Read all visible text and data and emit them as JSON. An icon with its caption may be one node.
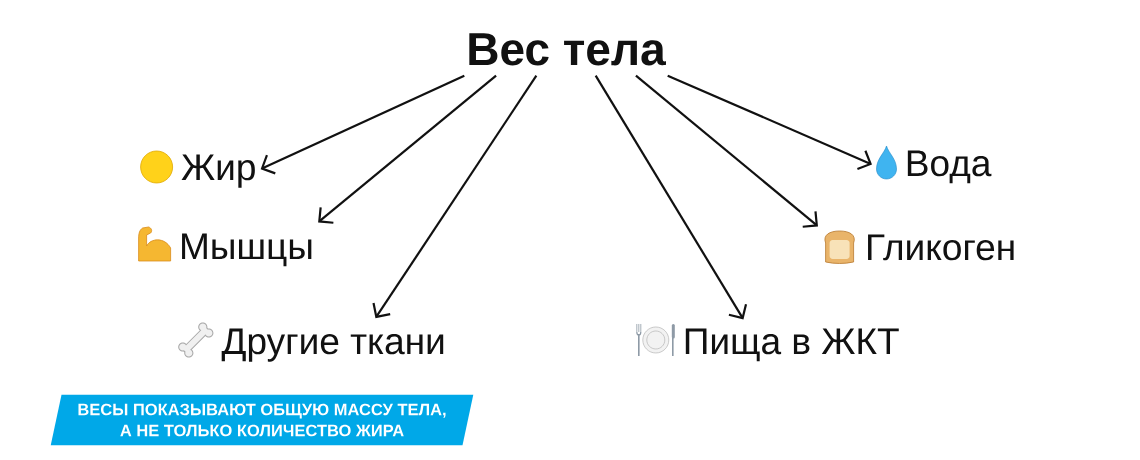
{
  "diagram": {
    "nodes": [
      {
        "text": [
          "Вес тела"
        ]
      },
      {
        "text": [
          "Жир"
        ]
      },
      {
        "text": [
          "Вода"
        ]
      },
      {
        "text": [
          "Мышцы"
        ]
      },
      {
        "text": [
          "Гликоген"
        ]
      },
      {
        "text": [
          "Другие ткани"
        ]
      },
      {
        "text": [
          "Пища в ЖКТ"
        ]
      },
      {
        "text": [
          "ВЕСЫ ПОКАЗЫВАЮТ ОБЩУЮ МАССУ ТЕЛА, А НЕ ТОЛЬКО КОЛИЧЕСТВО ЖИРА"
        ]
      }
    ],
    "edges": [
      {
        "from": 0,
        "to": 1,
        "arrow": "to"
      },
      {
        "from": 0,
        "to": 2,
        "arrow": "to"
      },
      {
        "from": 0,
        "to": 3,
        "arrow": "to"
      },
      {
        "from": 0,
        "to": 4,
        "arrow": "to"
      },
      {
        "from": 0,
        "to": 5,
        "arrow": "to"
      },
      {
        "from": 0,
        "to": 6,
        "arrow": "to"
      }
    ]
  }
}
